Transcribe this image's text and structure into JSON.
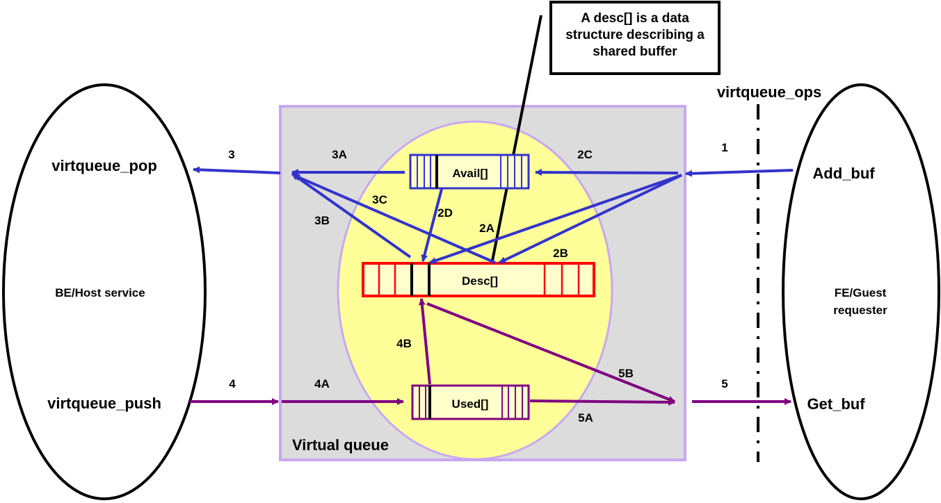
{
  "colors": {
    "blue": "#3333cc",
    "purple": "#800080",
    "red": "#ff0000",
    "lavender": "#c8a8f0",
    "grey": "#dcdcdc",
    "yellow": "#ffff99",
    "buffer_fill": "#ffffcc"
  },
  "callout": {
    "line1": "A desc[] is a data",
    "line2": "structure describing a",
    "line3": "shared buffer"
  },
  "virtqueue_ops": "virtqueue_ops",
  "host": {
    "pop": "virtqueue_pop",
    "service": "BE/Host service",
    "push": "virtqueue_push"
  },
  "guest": {
    "add_buf": "Add_buf",
    "requester_line1": "FE/Guest",
    "requester_line2": "requester",
    "get_buf": "Get_buf"
  },
  "queue": {
    "title": "Virtual queue",
    "avail": "Avail[]",
    "desc": "Desc[]",
    "used": "Used[]"
  },
  "steps": {
    "s1": "1",
    "s2A": "2A",
    "s2B": "2B",
    "s2C": "2C",
    "s2D": "2D",
    "s3": "3",
    "s3A": "3A",
    "s3B": "3B",
    "s3C": "3C",
    "s4": "4",
    "s4A": "4A",
    "s4B": "4B",
    "s5": "5",
    "s5A": "5A",
    "s5B": "5B"
  }
}
